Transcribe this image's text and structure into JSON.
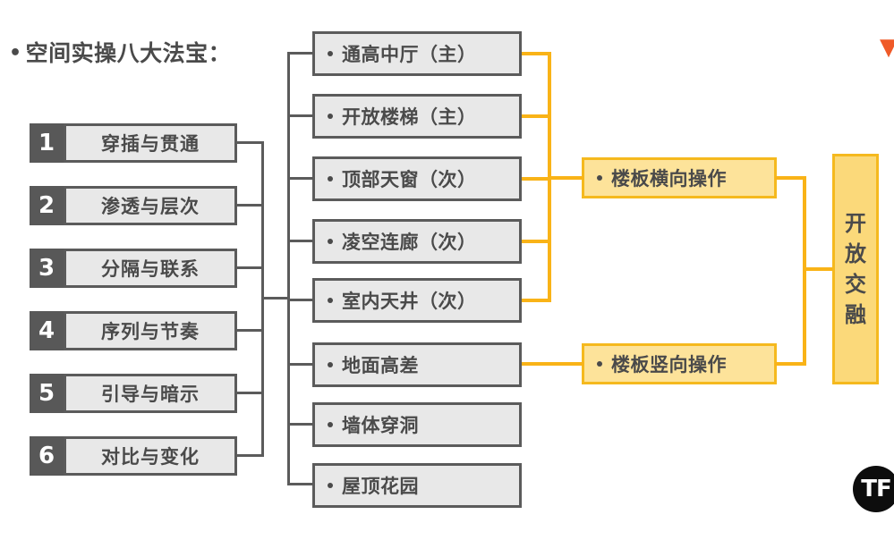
{
  "title": {
    "bullet": "•",
    "text": "空间实操八大法宝："
  },
  "left_column": {
    "items": [
      {
        "number": "1",
        "label": "穿插与贯通"
      },
      {
        "number": "2",
        "label": "渗透与层次"
      },
      {
        "number": "3",
        "label": "分隔与联系"
      },
      {
        "number": "4",
        "label": "序列与节奏"
      },
      {
        "number": "5",
        "label": "引导与暗示"
      },
      {
        "number": "6",
        "label": "对比与变化"
      }
    ]
  },
  "middle_column": {
    "items": [
      {
        "label": "通高中厅（主）"
      },
      {
        "label": "开放楼梯（主）"
      },
      {
        "label": "顶部天窗（次）"
      },
      {
        "label": "凌空连廊（次）"
      },
      {
        "label": "室内天井（次）"
      },
      {
        "label": "地面高差"
      },
      {
        "label": "墙体穿洞"
      },
      {
        "label": "屋顶花园"
      }
    ]
  },
  "right_column": {
    "items": [
      {
        "label": "楼板横向操作"
      },
      {
        "label": "楼板竖向操作"
      }
    ]
  },
  "final_box": {
    "chars": [
      "开",
      "放",
      "交",
      "融"
    ]
  },
  "branding": {
    "logo_text": "TF",
    "corner_mark": "▼"
  },
  "colors": {
    "box_fill": "#e8e8e8",
    "box_border": "#5b5b5b",
    "badge_fill": "#585858",
    "yellow_fill": "#fde39a",
    "yellow_border": "#f5b91e",
    "yellow_strong": "#fbd97a",
    "connector_gray": "#5b5b5b",
    "connector_yellow": "#f9b317",
    "text": "#4a4a4a"
  }
}
